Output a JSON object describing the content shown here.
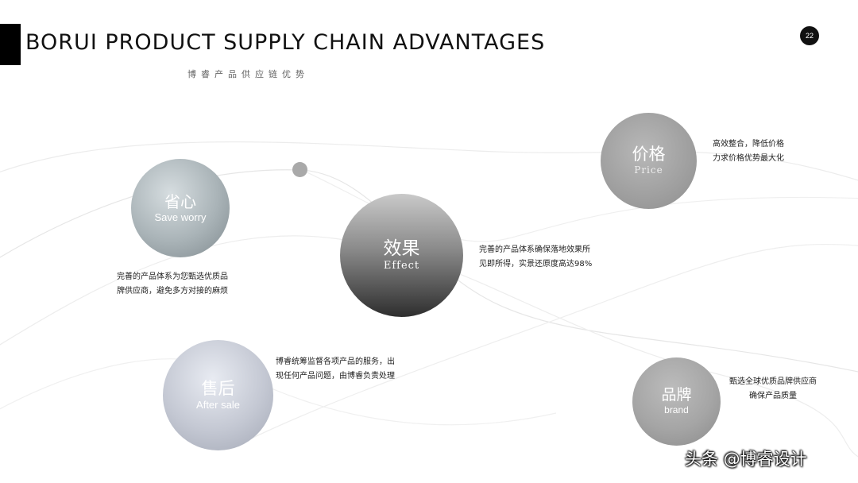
{
  "header": {
    "title": "BORUI PRODUCT SUPPLY CHAIN ADVANTAGES",
    "subtitle": "博睿产品供应链优势",
    "page_number": "22"
  },
  "items": {
    "worry": {
      "cn": "省心",
      "en": "Save worry",
      "desc": [
        "完善的产品体系为您甄选优质品",
        "牌供应商，避免多方对接的麻烦"
      ]
    },
    "price": {
      "cn": "价格",
      "en": "Price",
      "desc": [
        "高效整合，降低价格",
        "力求价格优势最大化"
      ]
    },
    "effect": {
      "cn": "效果",
      "en": "Effect",
      "desc": [
        "完善的产品体系确保落地效果所",
        "见即所得，实景还原度高达98%"
      ]
    },
    "after": {
      "cn": "售后",
      "en": "After sale",
      "desc": [
        "博睿统筹监督各项产品的服务，出",
        "现任何产品问题，由博睿负责处理"
      ]
    },
    "brand": {
      "cn": "品牌",
      "en": "brand",
      "desc": [
        "甄选全球优质品牌供应商",
        "确保产品质量"
      ]
    }
  },
  "watermark": "头条 @博睿设计",
  "colors": {
    "accent_bar": "#000000",
    "effect_circle_dark": "#2e2e2e",
    "background": "#ffffff"
  }
}
